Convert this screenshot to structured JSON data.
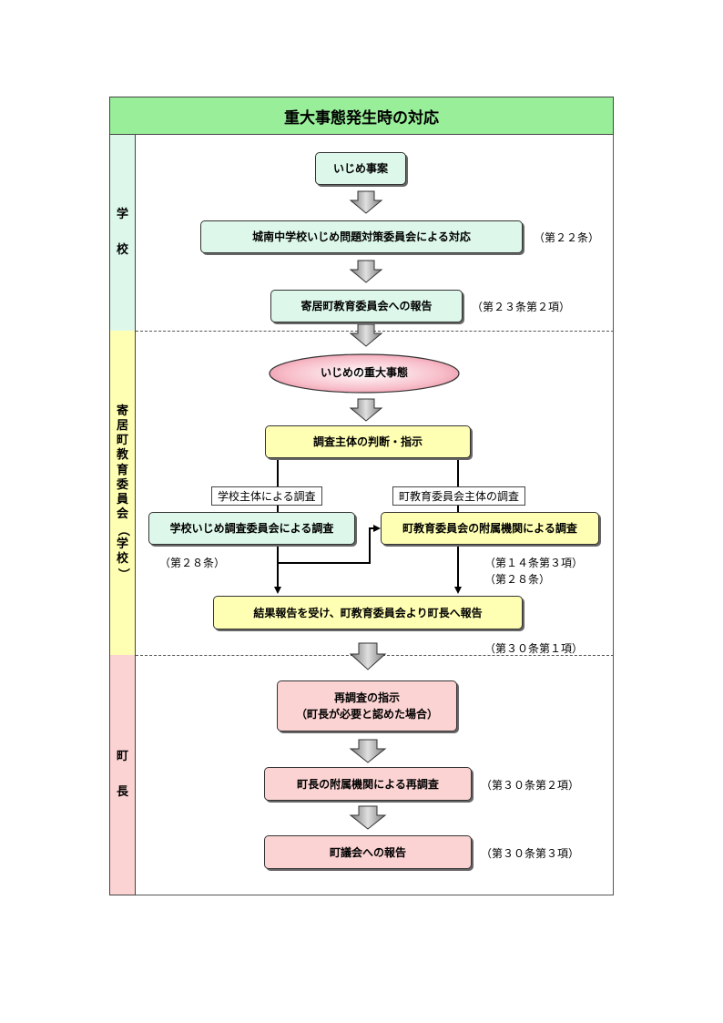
{
  "title": "重大事態発生時の対応",
  "lanes": {
    "school": "学校",
    "board": "寄居町教育委員会（学校）",
    "mayor": "町長"
  },
  "boxes": {
    "ijime_jian": "いじめ事案",
    "committee": "城南中学校いじめ問題対策委員会による対応",
    "report_board": "寄居町教育委員会への報告",
    "serious": "いじめの重大事態",
    "judgement": "調査主体の判断・指示",
    "school_survey": "学校いじめ調査委員会による調査",
    "board_survey": "町教育委員会の附属機関による調査",
    "result_report": "結果報告を受け、町教育委員会より町長へ報告",
    "resurvey_line1": "再調査の指示",
    "resurvey_line2": "（町長が必要と認めた場合）",
    "mayor_resurvey": "町長の附属機関による再調査",
    "council_report": "町議会への報告"
  },
  "sublabels": {
    "school_led": "学校主体による調査",
    "board_led": "町教育委員会主体の調査"
  },
  "notes": {
    "art22": "（第２２条）",
    "art23": "（第２３条第２項）",
    "art28_left": "（第２８条）",
    "art14": "（第１４条第３項）",
    "art28_right": "（第２８条）",
    "art30_1": "（第３０条第１項）",
    "art30_2": "（第３０条第２項）",
    "art30_3": "（第３０条第３項）"
  },
  "colors": {
    "title_bg": "#99ee99",
    "school_lane": "#ddf8ea",
    "board_lane": "#ffffb3",
    "mayor_lane": "#fcd3d3",
    "oval_fill": "#f4a8b8"
  }
}
